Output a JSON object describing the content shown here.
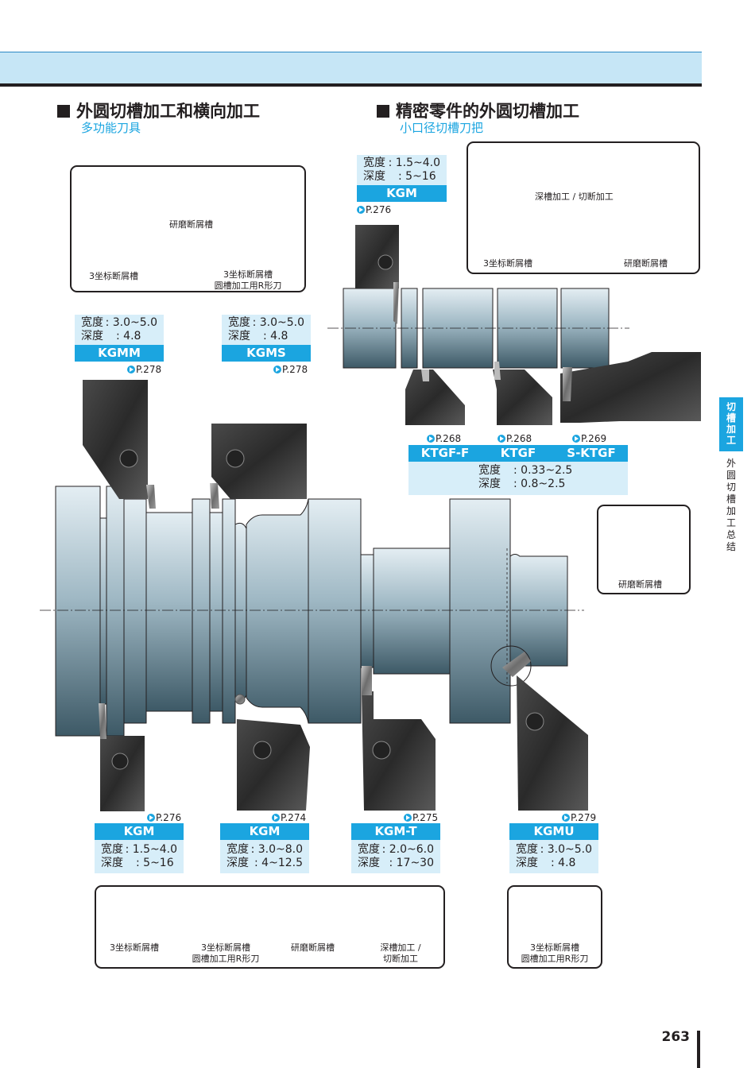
{
  "colors": {
    "accent": "#1ba5e0",
    "band": "#c6e6f6",
    "spec_bg": "#d7eef9",
    "text": "#231f20"
  },
  "left_section": {
    "title": "外圆切槽加工和横向加工",
    "subtitle": "多功能刀具"
  },
  "right_section": {
    "title": "精密零件的外圆切槽加工",
    "subtitle": "小口径切槽刀把"
  },
  "insert_panel_left": {
    "captions": [
      "研磨断屑槽",
      "3坐标断屑槽",
      "3坐标断屑槽",
      "圆槽加工用R形刀"
    ]
  },
  "insert_panel_right": {
    "captions": [
      "深槽加工 / 切断加工",
      "3坐标断屑槽",
      "研磨断屑槽"
    ]
  },
  "insert_panel_bottom": {
    "captions": [
      "3坐标断屑槽",
      "3坐标断屑槽",
      "圆槽加工用R形刀",
      "研磨断屑槽",
      "深槽加工 /",
      "切断加工"
    ]
  },
  "insert_panel_kgmu": {
    "captions": [
      "3坐标断屑槽",
      "圆槽加工用R形刀"
    ]
  },
  "insert_panel_ktgf": {
    "caption": "研磨断屑槽"
  },
  "labels": {
    "width": "宽度",
    "depth": "深度"
  },
  "specs": {
    "kgm_top": {
      "code": "KGM",
      "width": ": 1.5~4.0",
      "depth": ": 5~16",
      "page": "P.276"
    },
    "kgmm": {
      "code": "KGMM",
      "width": ": 3.0~5.0",
      "depth": ": 4.8",
      "page": "P.278"
    },
    "kgms": {
      "code": "KGMS",
      "width": ": 3.0~5.0",
      "depth": ": 4.8",
      "page": "P.278"
    },
    "ktgf": {
      "codes": [
        "KTGF-F",
        "KTGF",
        "S-KTGF"
      ],
      "pages": [
        "P.268",
        "P.268",
        "P.269"
      ],
      "width": ": 0.33~2.5",
      "depth": ": 0.8~2.5"
    },
    "kgm_b1": {
      "code": "KGM",
      "width": ": 1.5~4.0",
      "depth": ": 5~16",
      "page": "P.276"
    },
    "kgm_b2": {
      "code": "KGM",
      "width": ": 3.0~8.0",
      "depth": ": 4~12.5",
      "page": "P.274"
    },
    "kgmt": {
      "code": "KGM-T",
      "width": ": 2.0~6.0",
      "depth": ": 17~30",
      "page": "P.275"
    },
    "kgmu": {
      "code": "KGMU",
      "width": ": 3.0~5.0",
      "depth": ": 4.8",
      "page": "P.279"
    }
  },
  "side_tab": {
    "active": "切槽加工",
    "text": "外圆切槽加工总结"
  },
  "page_number": "263"
}
